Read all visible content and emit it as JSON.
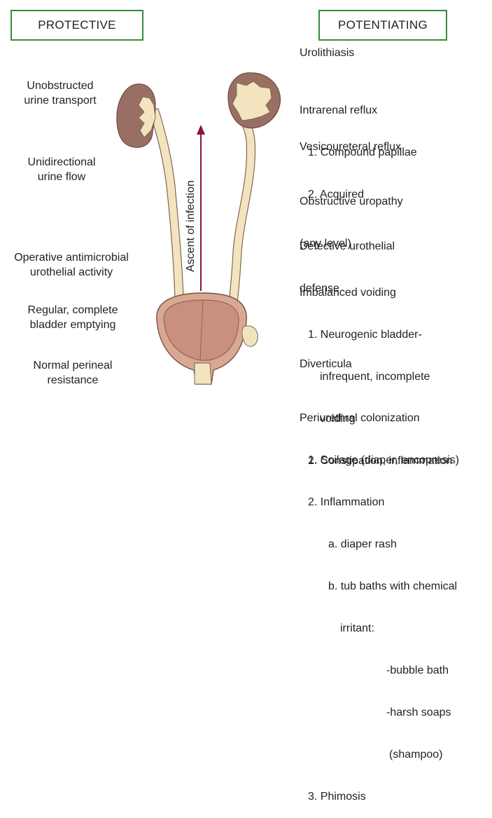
{
  "protective": {
    "heading": "PROTECTIVE",
    "items": [
      {
        "lines": [
          "Unobstructed",
          "urine transport"
        ]
      },
      {
        "lines": [
          "Unidirectional",
          "urine flow"
        ]
      },
      {
        "lines": [
          "Operative antimicrobial",
          "urothelial activity"
        ]
      },
      {
        "lines": [
          "Regular, complete",
          "bladder emptying"
        ]
      },
      {
        "lines": [
          "Normal perineal",
          "resistance"
        ]
      }
    ]
  },
  "potentiating": {
    "heading": "POTENTIATING",
    "urolithiasis": "Urolithiasis",
    "intrarenal": {
      "title": "Intrarenal reflux",
      "i1": "1. Compound papillae",
      "i2": "2. Acquired"
    },
    "vesicoureteral": "Vesicoureteral reflux",
    "obstructive": {
      "l1": "Obstructive uropathy",
      "l2": "(any level)"
    },
    "defective": {
      "l1": "Defective urothelial",
      "l2": "defense"
    },
    "imbalanced": {
      "title": "Imbalanced voiding",
      "i1a": "1. Neurogenic bladder-",
      "i1b": "infrequent, incomplete",
      "i1c": "voiding",
      "i2": "2. Constipation, inflammation"
    },
    "diverticula": "Diverticula",
    "periurethral": {
      "title": "Periurethral colonization",
      "i1": "1. Soilage (diaper, encopresis)",
      "i2": "2. Inflammation",
      "i2a": "a. diaper rash",
      "i2b1": "b. tub baths with chemical",
      "i2b2": "irritant:",
      "s1": "-bubble bath",
      "s2": "-harsh soaps",
      "s3": "(shampoo)",
      "i3": "3. Phimosis"
    }
  },
  "diagram": {
    "arrow_label": "Ascent of infection",
    "colors": {
      "kidney": "#9a6f63",
      "tube": "#f3e4bf",
      "bladder": "#c98f7f",
      "arrow": "#8b1535",
      "box_border": "#3a8a3a"
    }
  }
}
